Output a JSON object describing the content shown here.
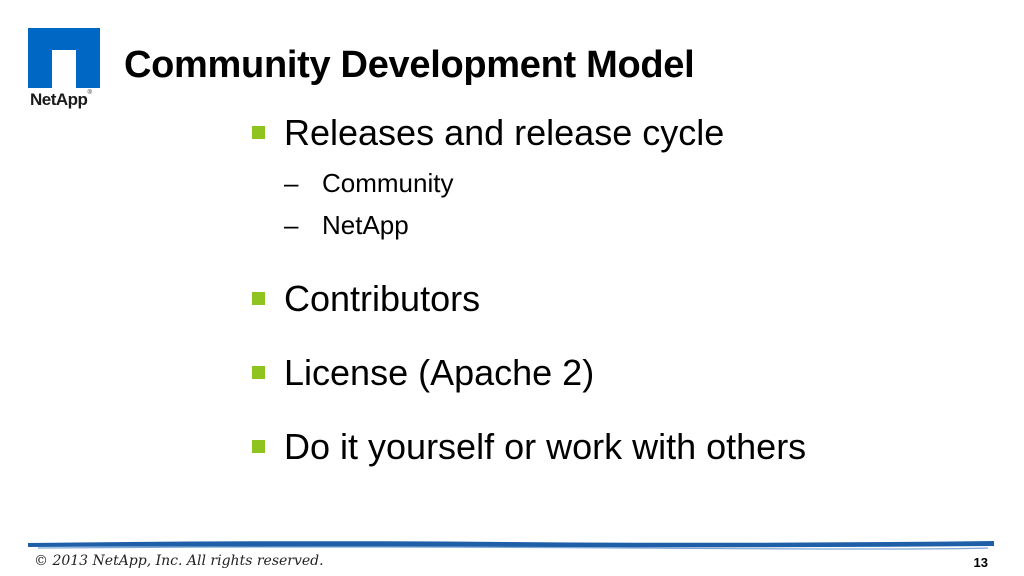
{
  "logo": {
    "text": "NetApp",
    "mark": "®"
  },
  "slide": {
    "title": "Community Development Model",
    "bullets": [
      {
        "text": "Releases and release cycle",
        "subitems": [
          "Community",
          "NetApp"
        ]
      },
      {
        "text": "Contributors"
      },
      {
        "text": "License (Apache 2)"
      },
      {
        "text": "Do it yourself or work with others"
      }
    ],
    "sub_dash": "–"
  },
  "footer": {
    "copyright": "© 2013 NetApp, Inc. All rights reserved.",
    "page_number": "13"
  },
  "colors": {
    "logo_blue": "#0067c5",
    "bullet_green": "#8fc31f",
    "footer_line_blue": "#1f5fa8"
  }
}
